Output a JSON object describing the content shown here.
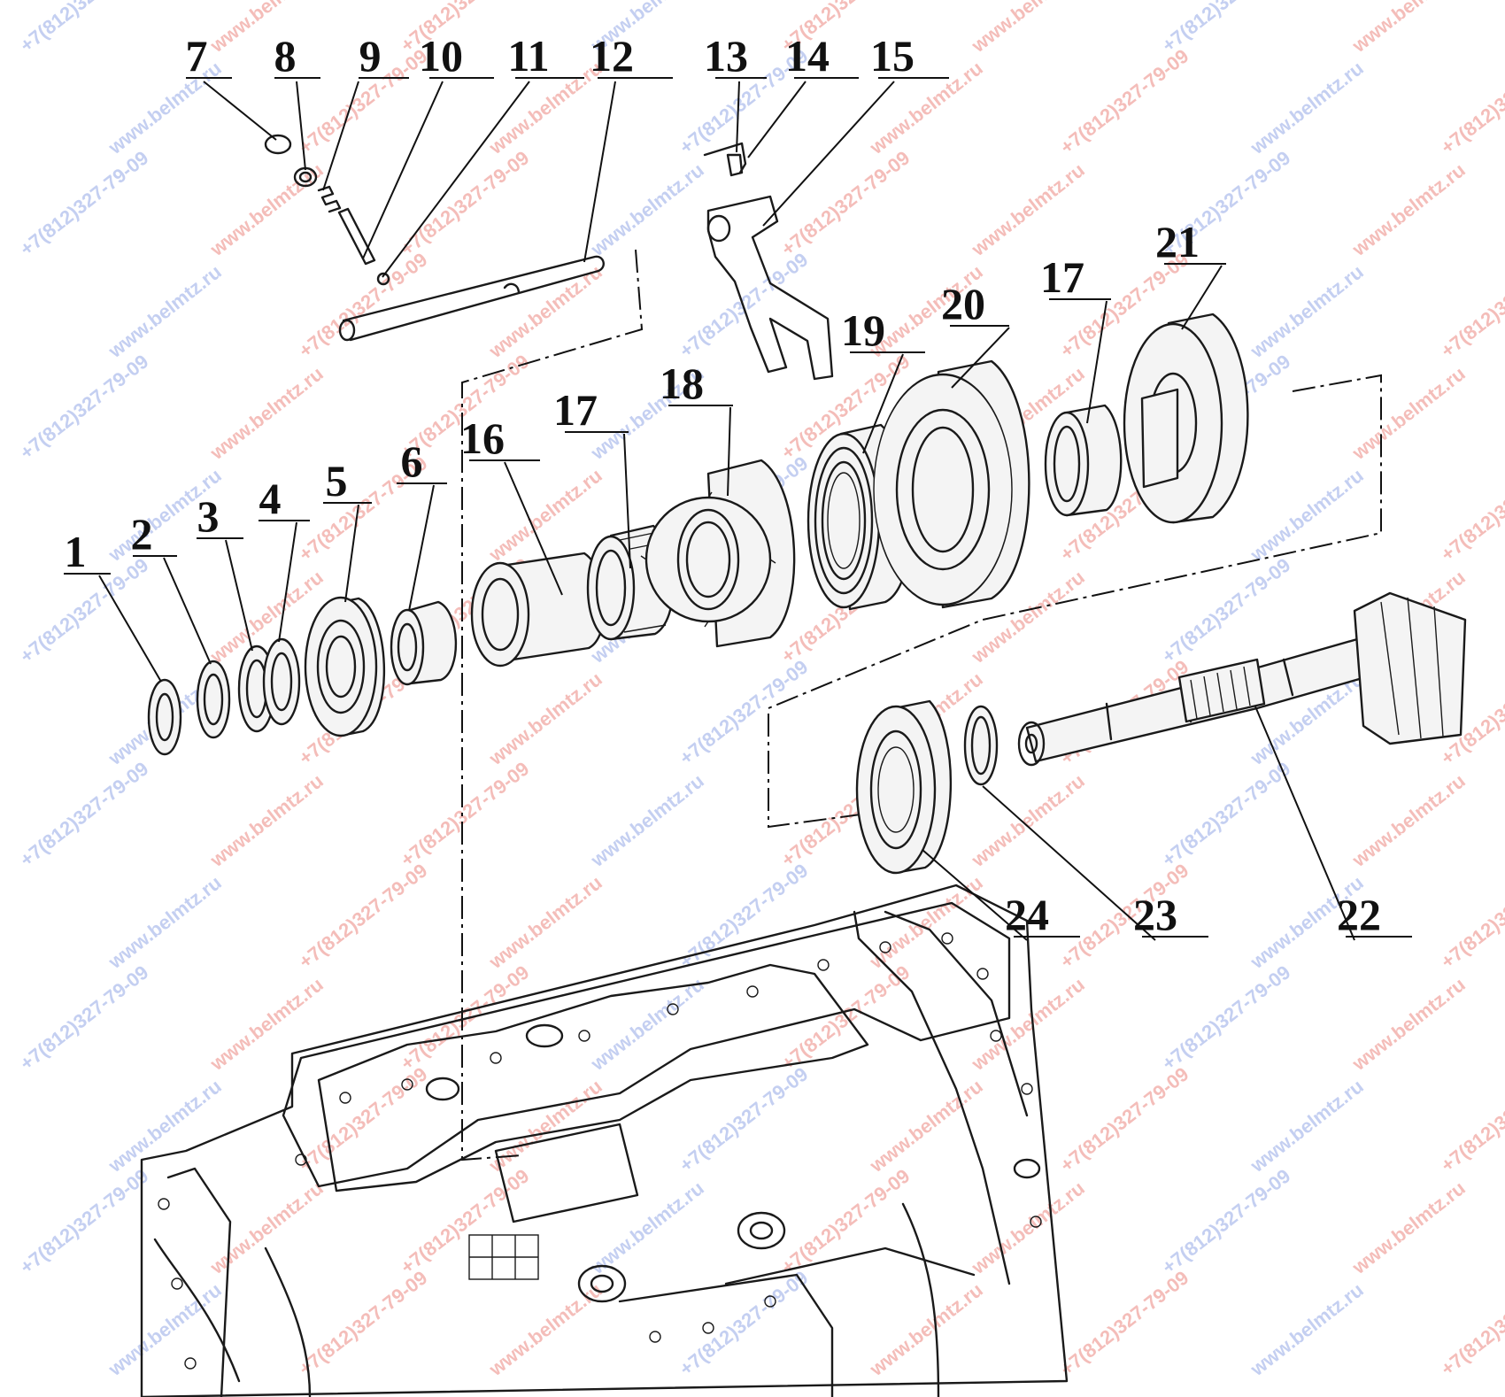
{
  "callouts": [
    {
      "id": "1",
      "label": "1"
    },
    {
      "id": "2",
      "label": "2"
    },
    {
      "id": "3",
      "label": "3"
    },
    {
      "id": "4",
      "label": "4"
    },
    {
      "id": "5",
      "label": "5"
    },
    {
      "id": "6",
      "label": "6"
    },
    {
      "id": "7",
      "label": "7"
    },
    {
      "id": "8",
      "label": "8"
    },
    {
      "id": "9",
      "label": "9"
    },
    {
      "id": "10",
      "label": "10"
    },
    {
      "id": "11",
      "label": "11"
    },
    {
      "id": "12",
      "label": "12"
    },
    {
      "id": "13",
      "label": "13"
    },
    {
      "id": "14",
      "label": "14"
    },
    {
      "id": "15",
      "label": "15"
    },
    {
      "id": "16",
      "label": "16"
    },
    {
      "id": "17a",
      "label": "17"
    },
    {
      "id": "18",
      "label": "18"
    },
    {
      "id": "19",
      "label": "19"
    },
    {
      "id": "20",
      "label": "20"
    },
    {
      "id": "17b",
      "label": "17"
    },
    {
      "id": "21",
      "label": "21"
    },
    {
      "id": "22",
      "label": "22"
    },
    {
      "id": "23",
      "label": "23"
    },
    {
      "id": "24",
      "label": "24"
    }
  ],
  "watermarks": {
    "phone": "+7(812)327-79-09",
    "site": "www.belmtz.ru",
    "colors": {
      "red": "#e0443a",
      "blue": "#5a78d8"
    }
  }
}
